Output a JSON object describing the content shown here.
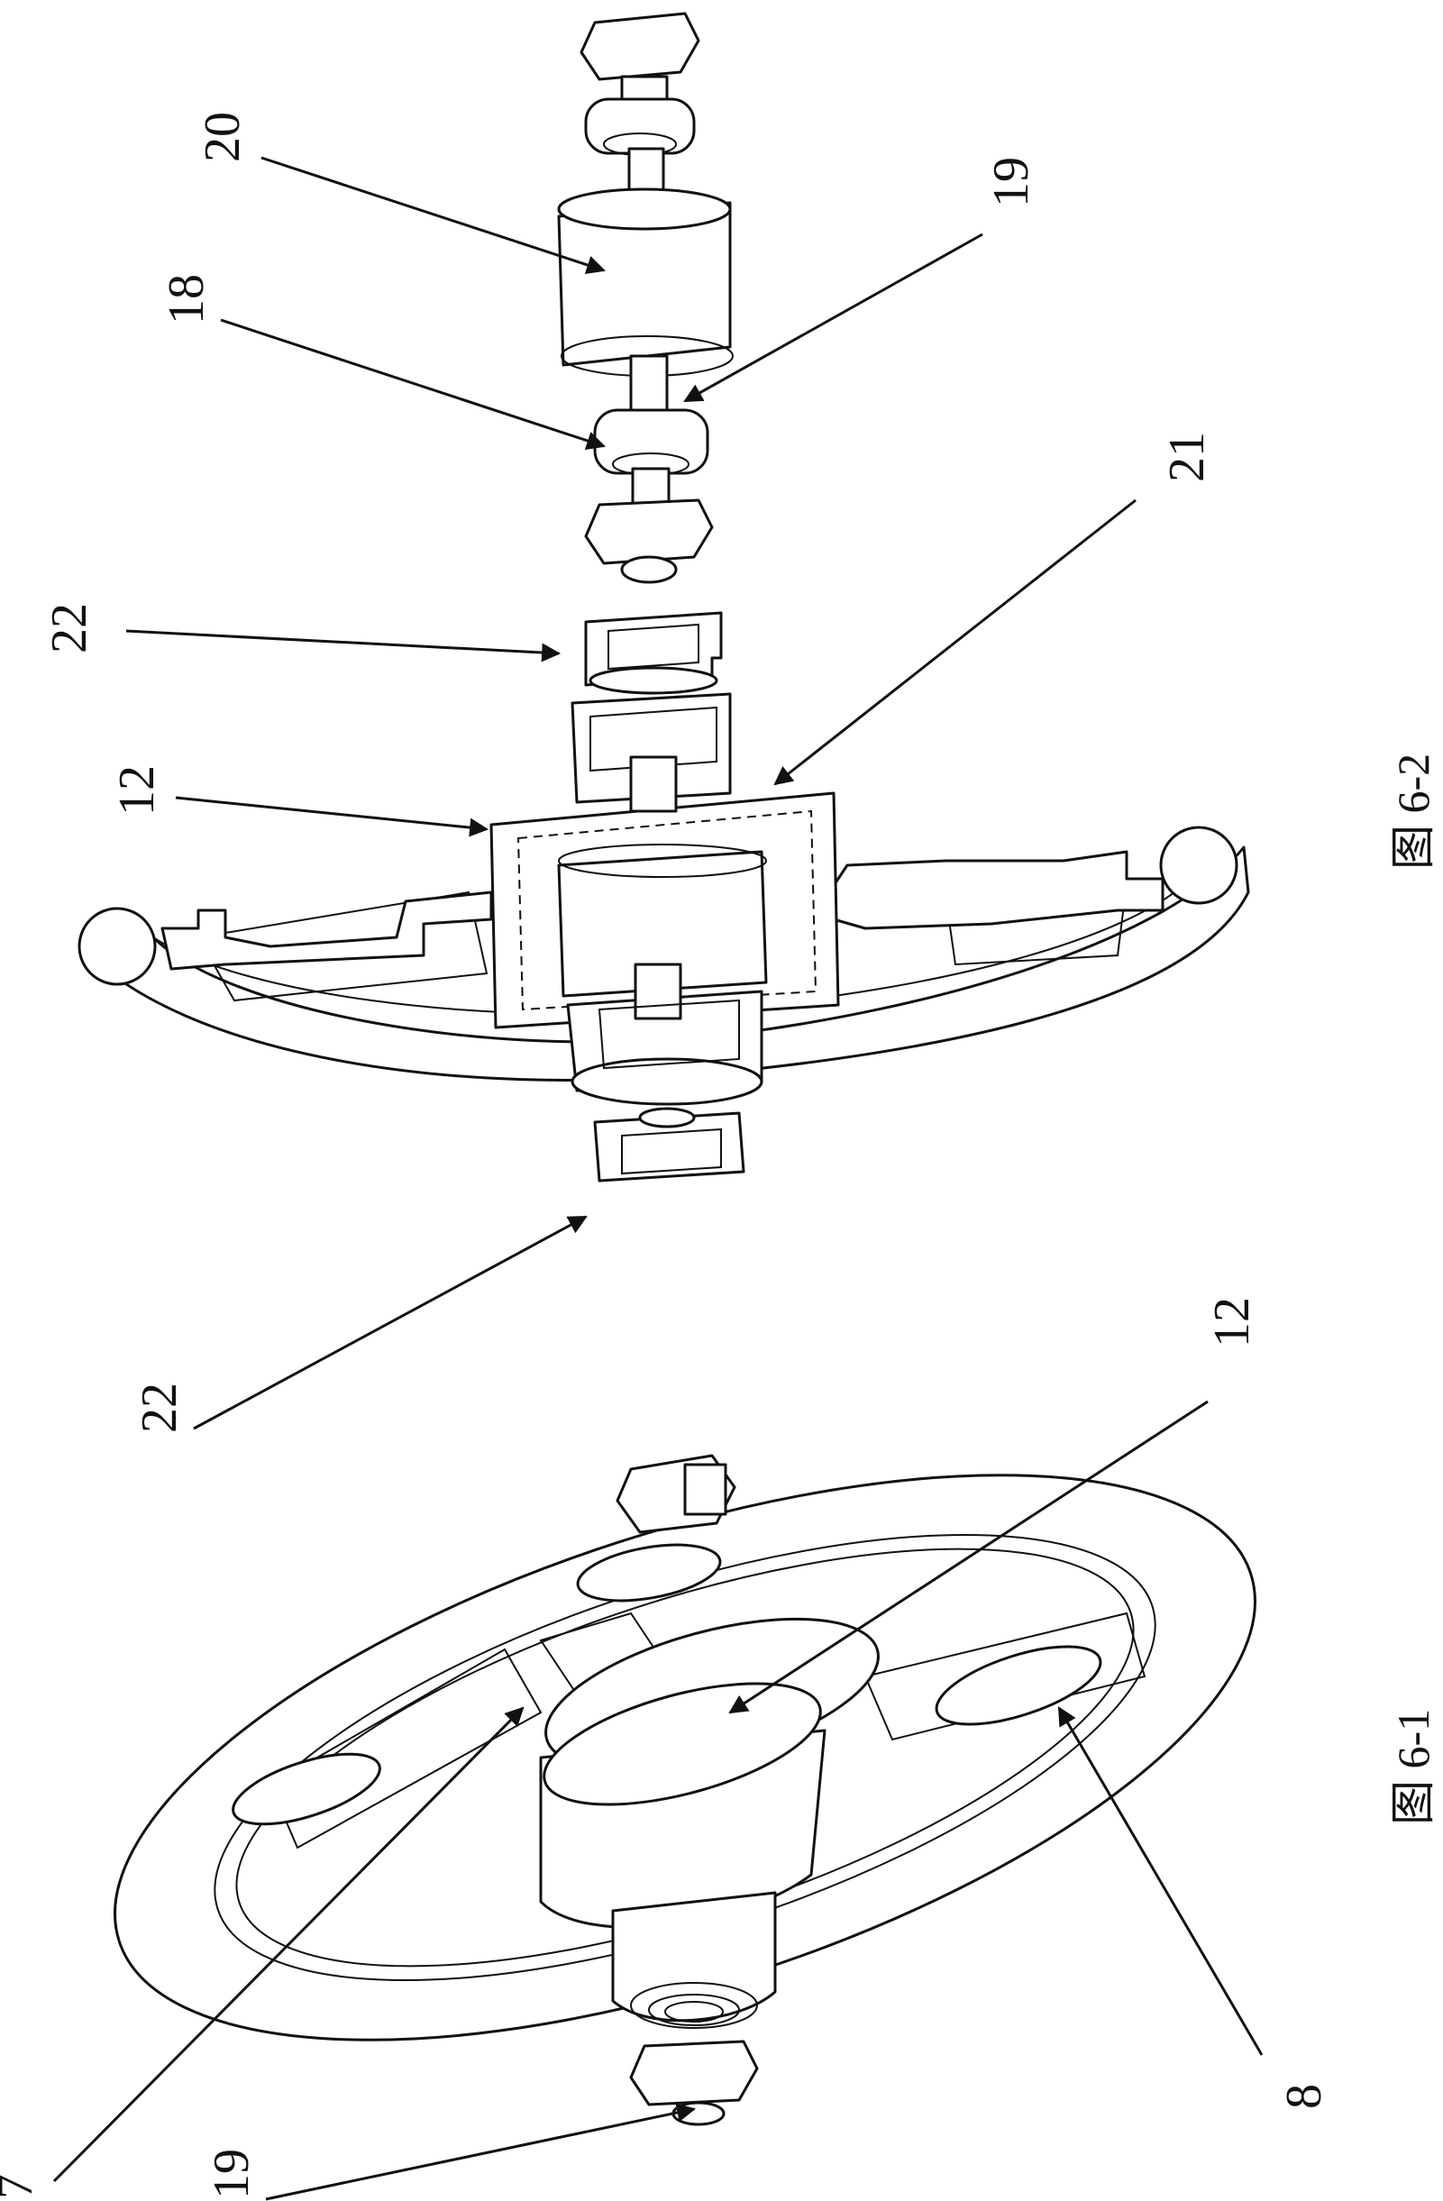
{
  "figures": [
    {
      "id": "fig-6-1",
      "caption": "图 6-1"
    },
    {
      "id": "fig-6-2",
      "caption": "图 6-2"
    }
  ],
  "callouts": {
    "fig1": {
      "c7": "7",
      "c8": "8",
      "c12": "12",
      "c19": "19"
    },
    "fig2": {
      "c12": "12",
      "c18": "18",
      "c19": "19",
      "c20": "20",
      "c21": "21",
      "c22a": "22",
      "c22b": "22"
    }
  }
}
